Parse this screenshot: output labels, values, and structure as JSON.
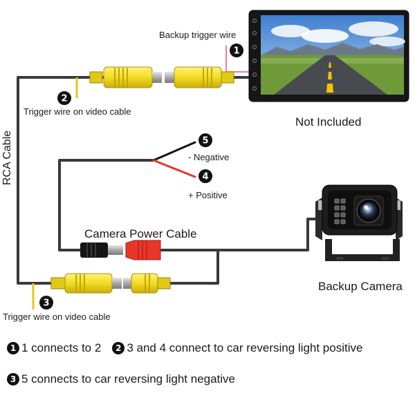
{
  "labels": {
    "backup_trigger_wire": "Backup trigger wire",
    "trigger_wire_top": "Trigger wire on video cable",
    "trigger_wire_bottom": "Trigger wire on video cable",
    "not_included": "Not Included",
    "rca_cable": "RCA Cable",
    "negative": "- Negative",
    "positive": "+ Positive",
    "camera_power_cable": "Camera Power Cable",
    "backup_camera": "Backup Camera"
  },
  "markers": {
    "m1": "1",
    "m2": "2",
    "m3": "3",
    "m4": "4",
    "m5": "5"
  },
  "notes": {
    "n1_bullet": "1",
    "n1_text": "1 connects to 2",
    "n2_bullet": "2",
    "n2_text": "3 and 4 connect to car reversing light positive",
    "n3_bullet": "3",
    "n3_text": "5 connects to car reversing light negative"
  },
  "colors": {
    "cable": "#3a3a3a",
    "rca_yellow": "#f2dc1e",
    "trigger_yellow": "#e8c41a",
    "power_red": "#e8362b",
    "power_black": "#151515",
    "trigger_pink": "#f07aa8"
  }
}
